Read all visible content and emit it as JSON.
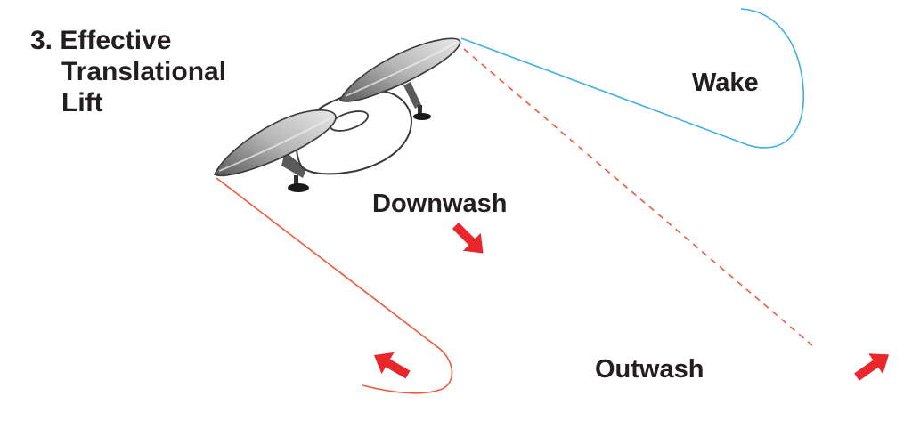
{
  "title": {
    "line1": "3. Effective",
    "line2": "Translational",
    "line3": "Lift"
  },
  "labels": {
    "wake": "Wake",
    "downwash": "Downwash",
    "outwash": "Outwash"
  },
  "colors": {
    "wake_line": "#3fb1e0",
    "downwash_line": "#f05a3c",
    "arrow": "#e8262b",
    "text": "#231f20"
  },
  "icons": {
    "aircraft": "tilted-dual-rotor-aircraft-icon",
    "arrow": "arrow-icon"
  }
}
